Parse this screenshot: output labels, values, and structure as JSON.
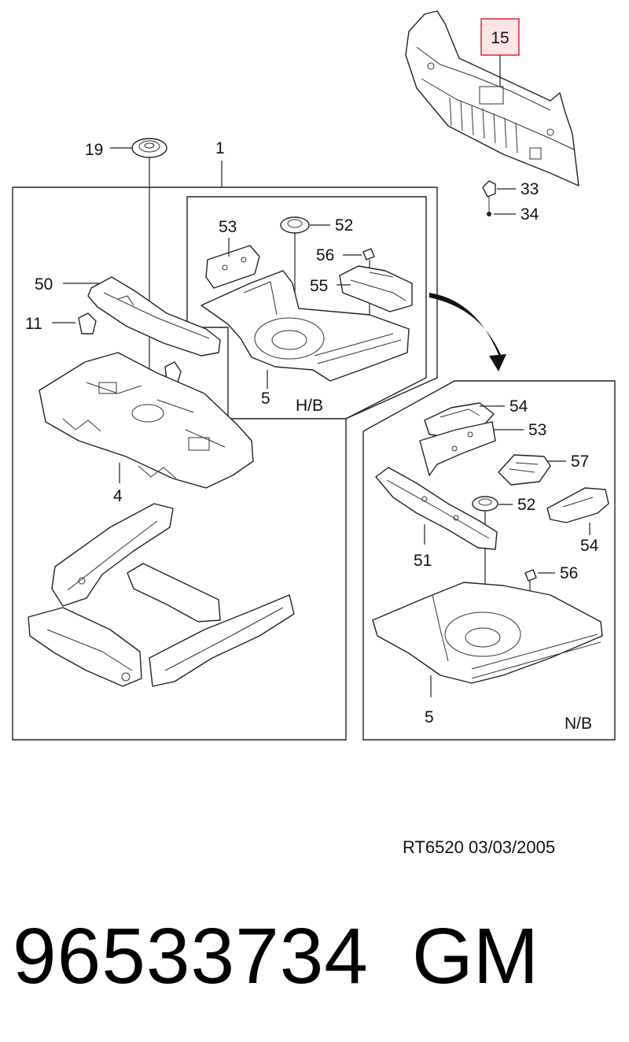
{
  "callouts": {
    "c15": "15",
    "c19": "19",
    "c1": "1",
    "c33": "33",
    "c34": "34",
    "c53a": "53",
    "c52a": "52",
    "c56a": "56",
    "c55": "55",
    "c50": "50",
    "c11": "11",
    "c5a": "5",
    "c4": "4",
    "c54a": "54",
    "c53b": "53",
    "c57": "57",
    "c52b": "52",
    "c54b": "54",
    "c51": "51",
    "c56b": "56",
    "c5b": "5"
  },
  "variants": {
    "hb": "H/B",
    "nb": "N/B"
  },
  "highlight_color": "#d9363e",
  "highlight_fill": "#fde4e6",
  "footer": {
    "drawing_ref": "RT6520  03/03/2005",
    "part_number": "96533734",
    "brand": "GM"
  }
}
